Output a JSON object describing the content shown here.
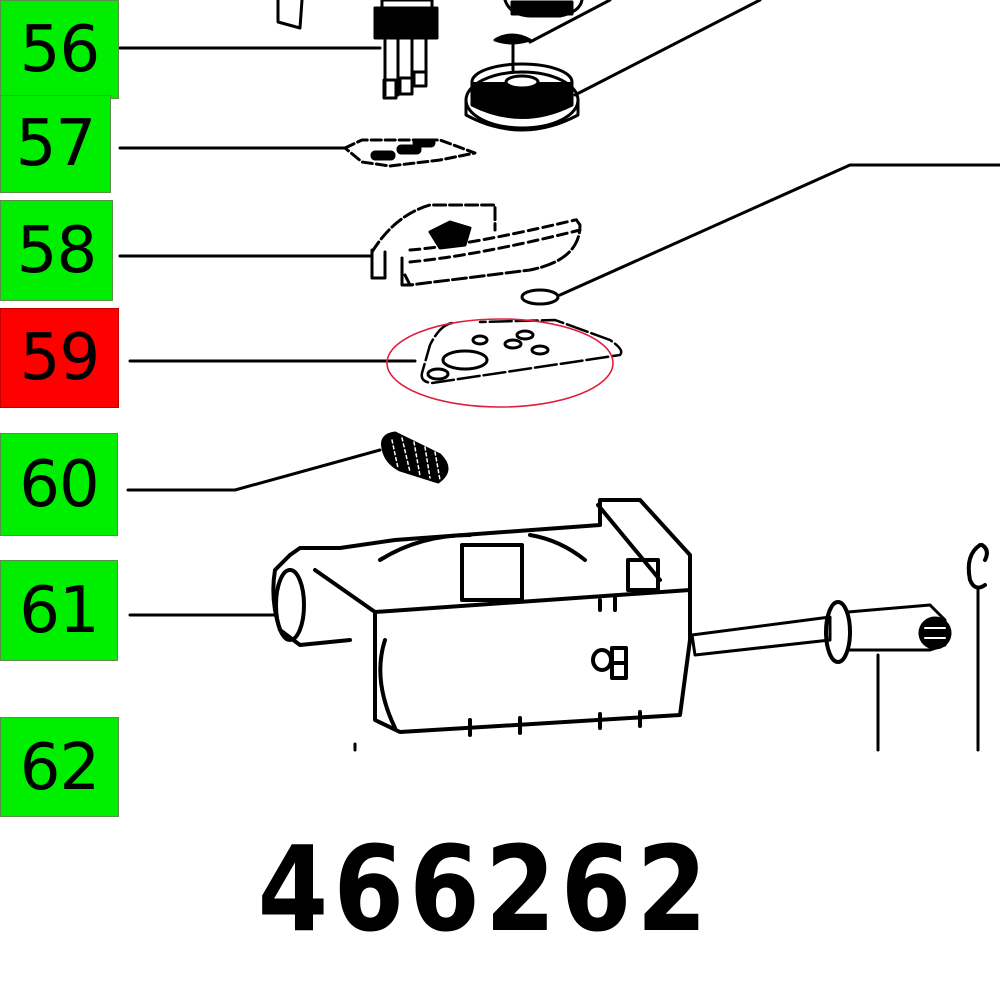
{
  "diagram": {
    "type": "exploded-parts-view",
    "callouts": [
      {
        "number": "56",
        "status": "available",
        "color": "#00ee00"
      },
      {
        "number": "57",
        "status": "available",
        "color": "#00ee00"
      },
      {
        "number": "58",
        "status": "available",
        "color": "#00ee00"
      },
      {
        "number": "59",
        "status": "selected",
        "color": "#ff0000"
      },
      {
        "number": "60",
        "status": "available",
        "color": "#00ee00"
      },
      {
        "number": "61",
        "status": "available",
        "color": "#00ee00"
      },
      {
        "number": "62",
        "status": "available",
        "color": "#00ee00",
        "partially_visible": true
      }
    ],
    "highlight": {
      "callout": "59",
      "shape": "ellipse",
      "color": "#e0203a"
    }
  },
  "part_number": "466262"
}
